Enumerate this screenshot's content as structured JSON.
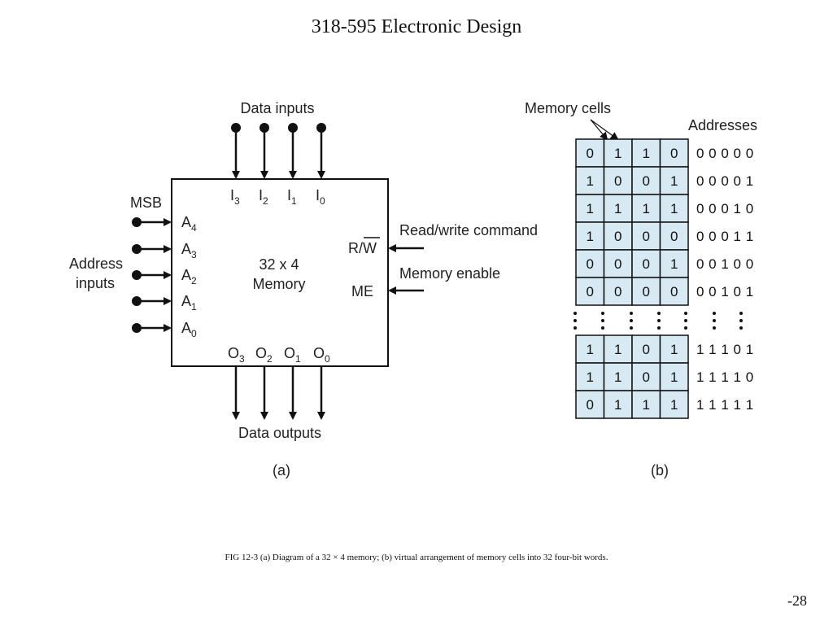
{
  "header": {
    "title": "318-595 Electronic Design"
  },
  "figure_a": {
    "data_inputs_label": "Data inputs",
    "inputs": [
      {
        "base": "I",
        "sub": "3"
      },
      {
        "base": "I",
        "sub": "2"
      },
      {
        "base": "I",
        "sub": "1"
      },
      {
        "base": "I",
        "sub": "0"
      }
    ],
    "msb_label": "MSB",
    "address_label_line1": "Address",
    "address_label_line2": "inputs",
    "address_pins": [
      {
        "base": "A",
        "sub": "4"
      },
      {
        "base": "A",
        "sub": "3"
      },
      {
        "base": "A",
        "sub": "2"
      },
      {
        "base": "A",
        "sub": "1"
      },
      {
        "base": "A",
        "sub": "0"
      }
    ],
    "block_line1": "32 x 4",
    "block_line2": "Memory",
    "rw_pin": "R/W",
    "rw_label": "Read/write command",
    "me_pin": "ME",
    "me_label": "Memory enable",
    "outputs": [
      {
        "base": "O",
        "sub": "3"
      },
      {
        "base": "O",
        "sub": "2"
      },
      {
        "base": "O",
        "sub": "1"
      },
      {
        "base": "O",
        "sub": "0"
      }
    ],
    "data_outputs_label": "Data outputs",
    "panel_label": "(a)"
  },
  "figure_b": {
    "memory_cells_label": "Memory cells",
    "addresses_label": "Addresses",
    "top_rows": [
      {
        "bits": [
          "0",
          "1",
          "1",
          "0"
        ],
        "address": "0 0 0 0 0"
      },
      {
        "bits": [
          "1",
          "0",
          "0",
          "1"
        ],
        "address": "0 0 0 0 1"
      },
      {
        "bits": [
          "1",
          "1",
          "1",
          "1"
        ],
        "address": "0 0 0 1 0"
      },
      {
        "bits": [
          "1",
          "0",
          "0",
          "0"
        ],
        "address": "0 0 0 1 1"
      },
      {
        "bits": [
          "0",
          "0",
          "0",
          "1"
        ],
        "address": "0 0 1 0 0"
      },
      {
        "bits": [
          "0",
          "0",
          "0",
          "0"
        ],
        "address": "0 0 1 0 1"
      }
    ],
    "bottom_rows": [
      {
        "bits": [
          "1",
          "1",
          "0",
          "1"
        ],
        "address": "1 1 1 0 1"
      },
      {
        "bits": [
          "1",
          "1",
          "0",
          "1"
        ],
        "address": "1 1 1 1 0"
      },
      {
        "bits": [
          "0",
          "1",
          "1",
          "1"
        ],
        "address": "1 1 1 1 1"
      }
    ],
    "cell_fill": "#d7e9f3",
    "panel_label": "(b)"
  },
  "caption": "FIG 12-3 (a) Diagram of a 32 × 4 memory; (b) virtual arrangement of memory cells into 32 four-bit words.",
  "page_number": "-28"
}
